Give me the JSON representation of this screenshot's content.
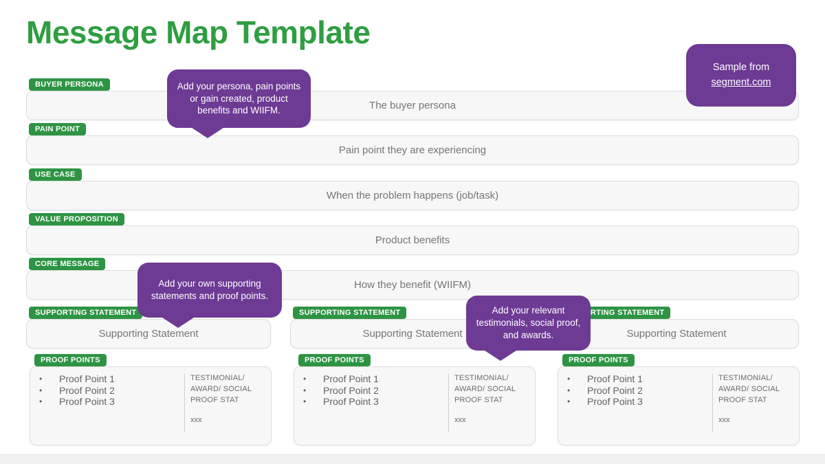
{
  "title": "Message Map Template",
  "sample_note": {
    "text": "Sample from",
    "link": "segment.com"
  },
  "callouts": [
    {
      "text": "Add your persona, pain points or gain created, product benefits and WIIFM."
    },
    {
      "text": "Add your own supporting statements and proof points."
    },
    {
      "text": "Add your relevant testimonials, social proof, and awards."
    }
  ],
  "rows": [
    {
      "badge": "BUYER PERSONA",
      "content": "The buyer persona"
    },
    {
      "badge": "PAIN POINT",
      "content": "Pain point they are experiencing"
    },
    {
      "badge": "USE CASE",
      "content": "When the problem happens (job/task)"
    },
    {
      "badge": "VALUE PROPOSITION",
      "content": "Product benefits"
    },
    {
      "badge": "CORE MESSAGE",
      "content": "How they benefit (WIIFM)"
    }
  ],
  "columns": [
    {
      "statement_badge": "SUPPORTING STATEMENT",
      "statement": "Supporting Statement",
      "proof_badge": "PROOF POINTS",
      "proof_points": [
        "Proof Point 1",
        "Proof Point 2",
        "Proof Point 3"
      ],
      "testimonial": "TESTIMONIAL/ AWARD/ SOCIAL PROOF STAT",
      "placeholder": "xxx"
    },
    {
      "statement_badge": "SUPPORTING STATEMENT",
      "statement": "Supporting Statement",
      "proof_badge": "PROOF POINTS",
      "proof_points": [
        "Proof Point 1",
        "Proof Point 2",
        "Proof Point 3"
      ],
      "testimonial": "TESTIMONIAL/ AWARD/ SOCIAL PROOF STAT",
      "placeholder": "xxx"
    },
    {
      "statement_badge": "SUPPORTING STATEMENT",
      "statement": "Supporting Statement",
      "proof_badge": "PROOF POINTS",
      "proof_points": [
        "Proof Point 1",
        "Proof Point 2",
        "Proof Point 3"
      ],
      "testimonial": "TESTIMONIAL/ AWARD/ SOCIAL PROOF STAT",
      "placeholder": "xxx"
    }
  ],
  "colors": {
    "green": "#2e9444",
    "title_green": "#2f9e41",
    "purple": "#6d3a94",
    "box_fill": "#f7f7f7",
    "box_border": "#dcdcdc",
    "body_text": "#757575"
  }
}
